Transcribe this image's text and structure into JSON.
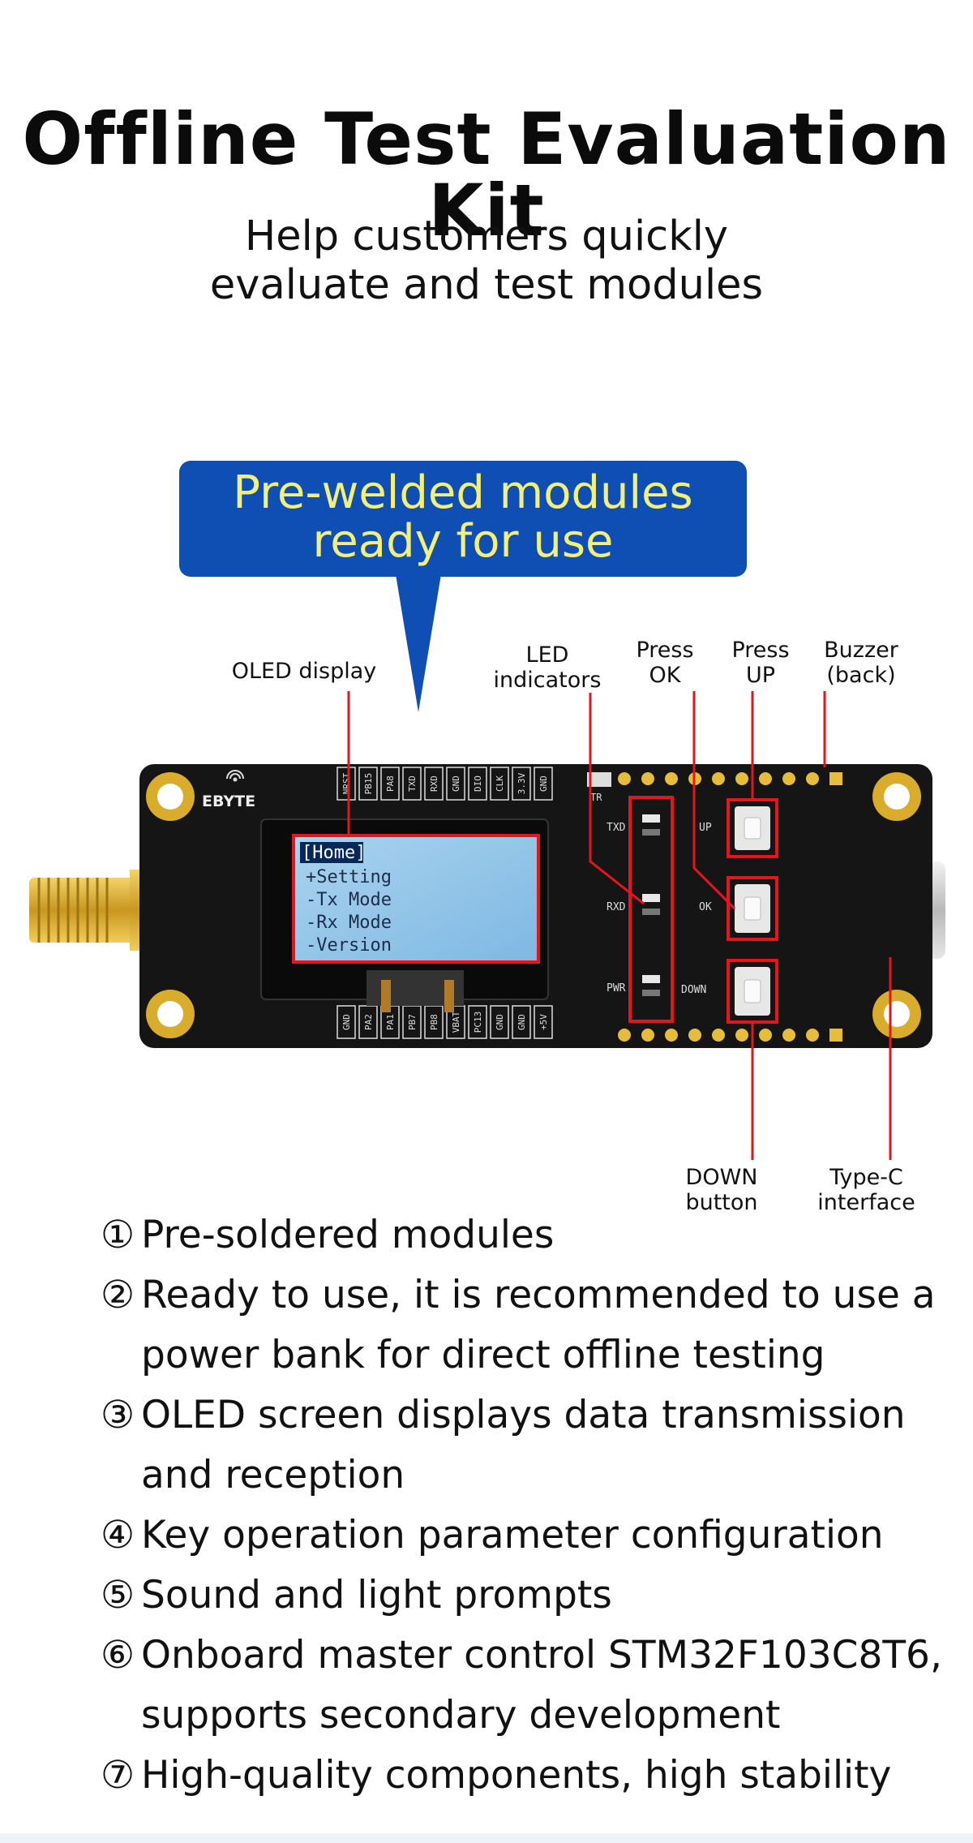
{
  "title": "Offline Test Evaluation Kit",
  "subtitle": [
    "Help customers quickly",
    "evaluate and test modules"
  ],
  "callout": [
    "Pre-welded modules",
    "ready for use"
  ],
  "labels": {
    "oled": "OLED display",
    "led": [
      "LED",
      "indicators"
    ],
    "ok": [
      "Press",
      "OK"
    ],
    "up": [
      "Press",
      "UP"
    ],
    "buzzer": [
      "Buzzer",
      "(back)"
    ],
    "down": [
      "DOWN",
      "button"
    ],
    "typec": [
      "Type-C",
      "interface"
    ]
  },
  "board": {
    "brand": "EBYTE",
    "screen_lines": [
      "[Home]",
      "+Setting",
      "-Tx Mode",
      "-Rx Mode",
      "-Version"
    ],
    "top_pins": [
      "NRST",
      "PB15",
      "PA8",
      "TXD",
      "RXD",
      "GND",
      "DIO",
      "CLK",
      "3.3V",
      "GND"
    ],
    "bottom_pins": [
      "GND",
      "PA2",
      "PA1",
      "PB7",
      "PB8",
      "VBAT",
      "PC13",
      "GND",
      "GND",
      "+5V"
    ],
    "silk_led": [
      "TXD",
      "RXD",
      "PWR"
    ],
    "silk_btn": [
      "UP",
      "OK",
      "DOWN"
    ],
    "silk_tr": "TR"
  },
  "features": [
    {
      "num": "①",
      "text": "Pre-soldered modules"
    },
    {
      "num": "②",
      "text": "Ready to use, it is recommended to use a power bank for direct offline testing"
    },
    {
      "num": "③",
      "text": "OLED screen displays data transmission and reception"
    },
    {
      "num": "④",
      "text": "Key operation parameter configuration"
    },
    {
      "num": "⑤",
      "text": "Sound and light prompts"
    },
    {
      "num": "⑥",
      "text": "Onboard master control STM32F103C8T6, supports secondary development"
    },
    {
      "num": "⑦",
      "text": "High-quality components, high stability"
    }
  ]
}
